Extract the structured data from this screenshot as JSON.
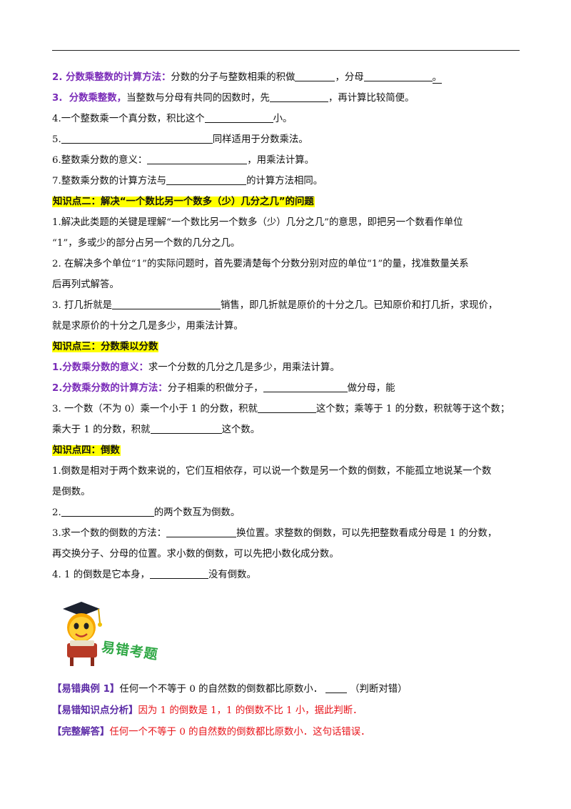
{
  "lines": {
    "l1_num": "2.",
    "l1_title": "分数乘整数的计算方法：",
    "l1_text_a": "分数的分子与整数相乘的积做",
    "l1_text_b": "，分母",
    "l1_end": "。",
    "l2_num": "3.",
    "l2_title": "分数乘整数，",
    "l2_text_a": "当整数与分母有共同的因数时，先",
    "l2_text_b": "，再计算比较简便。",
    "l3_a": "4.一个整数乘一个真分数，积比这个",
    "l3_b": "小。",
    "l4_a": "5.",
    "l4_b": "同样适用于分数乘法。",
    "l5_a": "6.整数乘分数的意义：",
    "l5_b": "，用乘法计算。",
    "l6_a": "7.整数乘分数的计算方法与",
    "l6_b": "的计算方法相同。",
    "h2": "知识点二：解决“一个数比另一个数多（少）几分之几”的问题",
    "p1_a": "1.解决此类题的关键是理解“一个数比另一个数多（少）几分之几”的意思，即把另一个数看作单位",
    "p1_b": "“1”，多或少的部分占另一个数的几分之几。",
    "p2_a": "2.  在解决多个单位“1”的实际问题时，首先要清楚每个分数分别对应的单位“1”的量，找准数量关系",
    "p2_b": "后再列式解答。",
    "p3_a": "3.  打几折就是",
    "p3_b": "销售，即几折就是原价的十分之几。已知原价和打几折，求现价，",
    "p3_c": "就是求原价的十分之几是多少，用乘法计算。",
    "h3": "知识点三：分数乘以分数",
    "q1_title": "1.分数乘分数的意义：",
    "q1_text": "求一个分数的几分之几是多少，用乘法计算。",
    "q2_title": "2.分数乘分数的计算方法：",
    "q2_text_a": "分子相乘的积做分子，",
    "q2_text_b": "做分母，能",
    "q3_a": "3.  一个数（不为 0）乘一个小于 1 的分数，积就",
    "q3_b": "这个数；乘等于 1 的分数，积就等于这个数；",
    "q3_c": "乘大于 1 的分数，积就",
    "q3_d": "这个数。",
    "h4": "知识点四：倒数",
    "r1_a": "1.倒数是相对于两个数来说的，它们互相依存，可以说一个数是另一个数的倒数，不能孤立地说某一个数",
    "r1_b": "是倒数。",
    "r2_a": "2.",
    "r2_b": "的两个数互为倒数。",
    "r3_a": "3.求一个数的倒数的方法：",
    "r3_b": "换位置。求整数的倒数，可以先把整数看成分母是 1 的分数，",
    "r3_c": "再交换分子、分母的位置。求小数的倒数，可以先把小数化成分数。",
    "r4_a": "4.   1 的倒数是它本身，",
    "r4_b": "没有倒数。"
  },
  "section_banner": "易错考题",
  "mascot_icon": "graduate-mascot-icon",
  "mistakes": {
    "ex_tag": "【易错典例 1】",
    "ex_text": "任何一个不等于 0 的自然数的倒数都比原数小．",
    "ex_end": "（判断对错）",
    "analysis_tag": "【易错知识点分析】",
    "analysis_text": "因为 1 的倒数是 1，1 的倒数不比 1 小，据此判断．",
    "answer_tag": "【完整解答】",
    "answer_text": "任何一个不等于 0 的自然数的倒数都比原数小．这句话错误．"
  },
  "colors": {
    "purple": "#7a2bb8",
    "highlight": "#ffff00",
    "red": "#e8141a",
    "green": "#2fa845"
  }
}
